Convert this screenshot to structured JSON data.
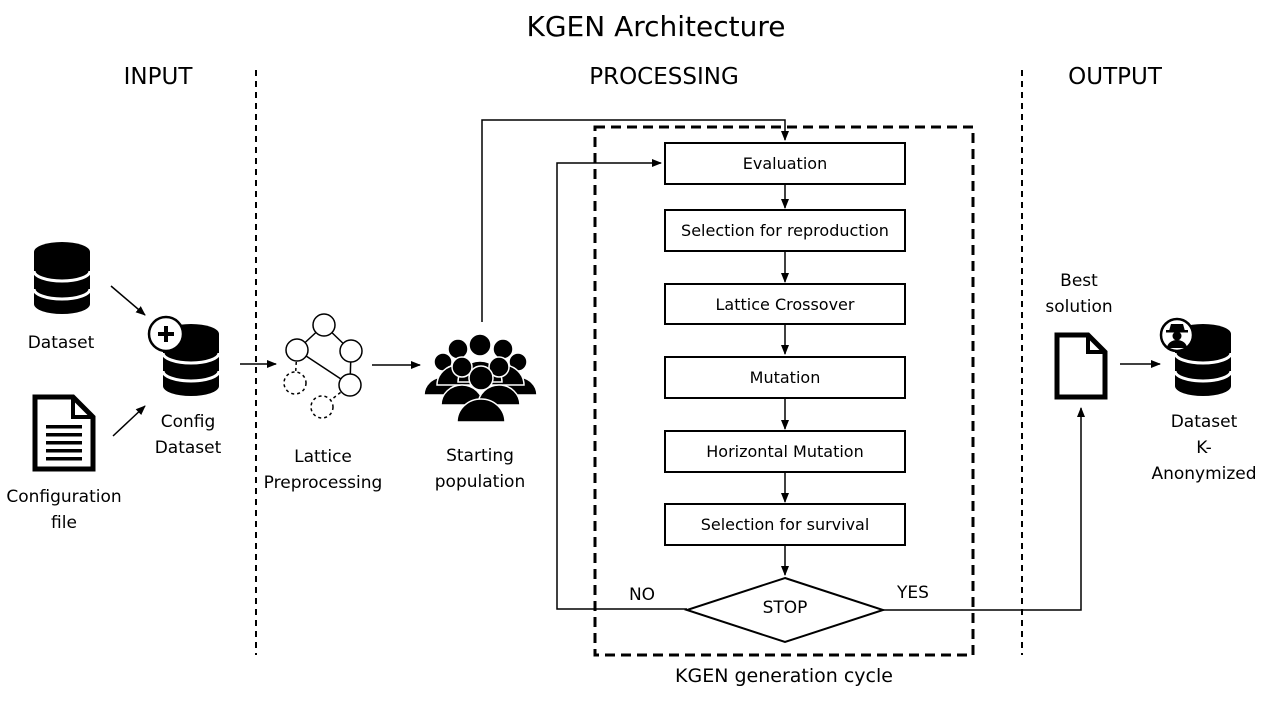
{
  "title": "KGEN Architecture",
  "sections": {
    "input": "INPUT",
    "processing": "PROCESSING",
    "output": "OUTPUT"
  },
  "input": {
    "dataset": "Dataset",
    "configuration_file": "Configuration\nfile",
    "config_dataset": "Config\nDataset"
  },
  "processing": {
    "lattice_preprocessing": "Lattice\nPreprocessing",
    "starting_population": "Starting\npopulation",
    "steps": [
      "Evaluation",
      "Selection for reproduction",
      "Lattice Crossover",
      "Mutation",
      "Horizontal Mutation",
      "Selection for survival"
    ],
    "stop": "STOP",
    "no": "NO",
    "yes": "YES",
    "cycle_caption": "KGEN generation cycle"
  },
  "output": {
    "best_solution": "Best\nsolution",
    "anonymized_dataset": "Dataset\nK-Anonymized"
  },
  "icons": [
    "database-icon",
    "document-icon",
    "add-badge-icon",
    "lattice-graph-icon",
    "people-group-icon",
    "spy-badge-icon"
  ]
}
